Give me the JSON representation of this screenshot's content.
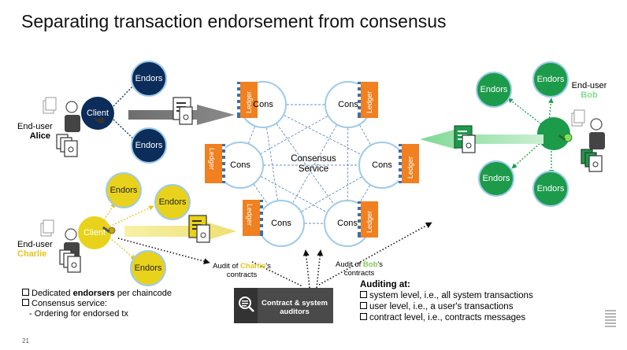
{
  "title": "Separating transaction endorsement from consensus",
  "nodes": {
    "endors": "Endors",
    "client": "Client",
    "cons": "Cons",
    "ledger": "Ledger",
    "consensus_service": [
      "Consensus",
      "Service"
    ]
  },
  "users": {
    "alice": {
      "prefix": "End-user",
      "name": "Alice"
    },
    "bob": {
      "prefix": "End-user",
      "name": "Bob"
    },
    "charlie": {
      "prefix": "End-user",
      "name": "Charlie"
    }
  },
  "audit_labels": {
    "charlie": {
      "pre": "Audit of ",
      "name": "Charlie",
      "post": "'s",
      "line2": "contracts"
    },
    "bob": {
      "pre": "Audit of ",
      "name": "Bob",
      "post": "'s",
      "line2": "contracts"
    }
  },
  "auditors_box": [
    "Contract & system",
    "auditors"
  ],
  "bullets": {
    "line1_pre": "Dedicated ",
    "line1_bold": "endorsers",
    "line1_post": " per chaincode",
    "line2": "Consensus service:",
    "line3": "- Ordering for endorsed tx"
  },
  "auditing": {
    "heading": "Auditing at:",
    "items": [
      "system level, i.e., all system transactions",
      "user level, i.e., a user's transactions",
      "contract level, i.e., contracts messages"
    ]
  },
  "page_number": "21",
  "logo": "IBM",
  "colors": {
    "navy": "#0c2c5a",
    "light_blue": "#9ecbea",
    "green": "#1c9b4a",
    "light_green": "#a8e6b8",
    "yellow": "#e8d21c",
    "light_yellow": "#f5ee9a",
    "orange": "#f08020",
    "dark_box": "#333333"
  }
}
